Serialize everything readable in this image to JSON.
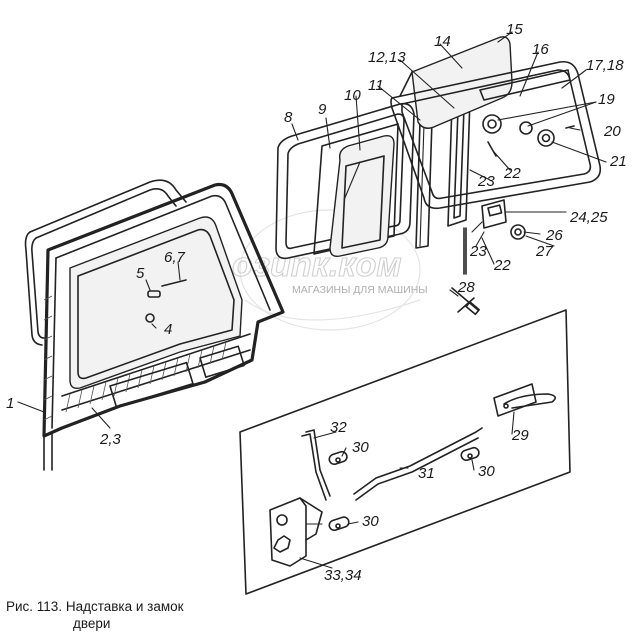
{
  "figure": {
    "caption_line1": "Рис. 113. Надставка и замок",
    "caption_line2": "двери",
    "watermark_logo": "озиnк.ком",
    "watermark_tagline": "МАГАЗИНЫ ДЛЯ МАШИНЫ"
  },
  "callouts": {
    "c1": "1",
    "c2_3": "2,3",
    "c4": "4",
    "c5": "5",
    "c6_7": "6,7",
    "c8": "8",
    "c9": "9",
    "c10": "10",
    "c11": "11",
    "c12_13": "12,13",
    "c14": "14",
    "c15": "15",
    "c16": "16",
    "c17_18": "17,18",
    "c19": "19",
    "c20": "20",
    "c21": "21",
    "c22a": "22",
    "c23a": "23",
    "c22b": "22",
    "c23b": "23",
    "c24_25": "24,25",
    "c26": "26",
    "c27": "27",
    "c28": "28",
    "c29": "29",
    "c30a": "30",
    "c30b": "30",
    "c30c": "30",
    "c31": "31",
    "c32": "32",
    "c33_34": "33,34"
  },
  "colors": {
    "ink": "#222222",
    "watermark": "#bfbfbf",
    "paper": "#ffffff"
  }
}
